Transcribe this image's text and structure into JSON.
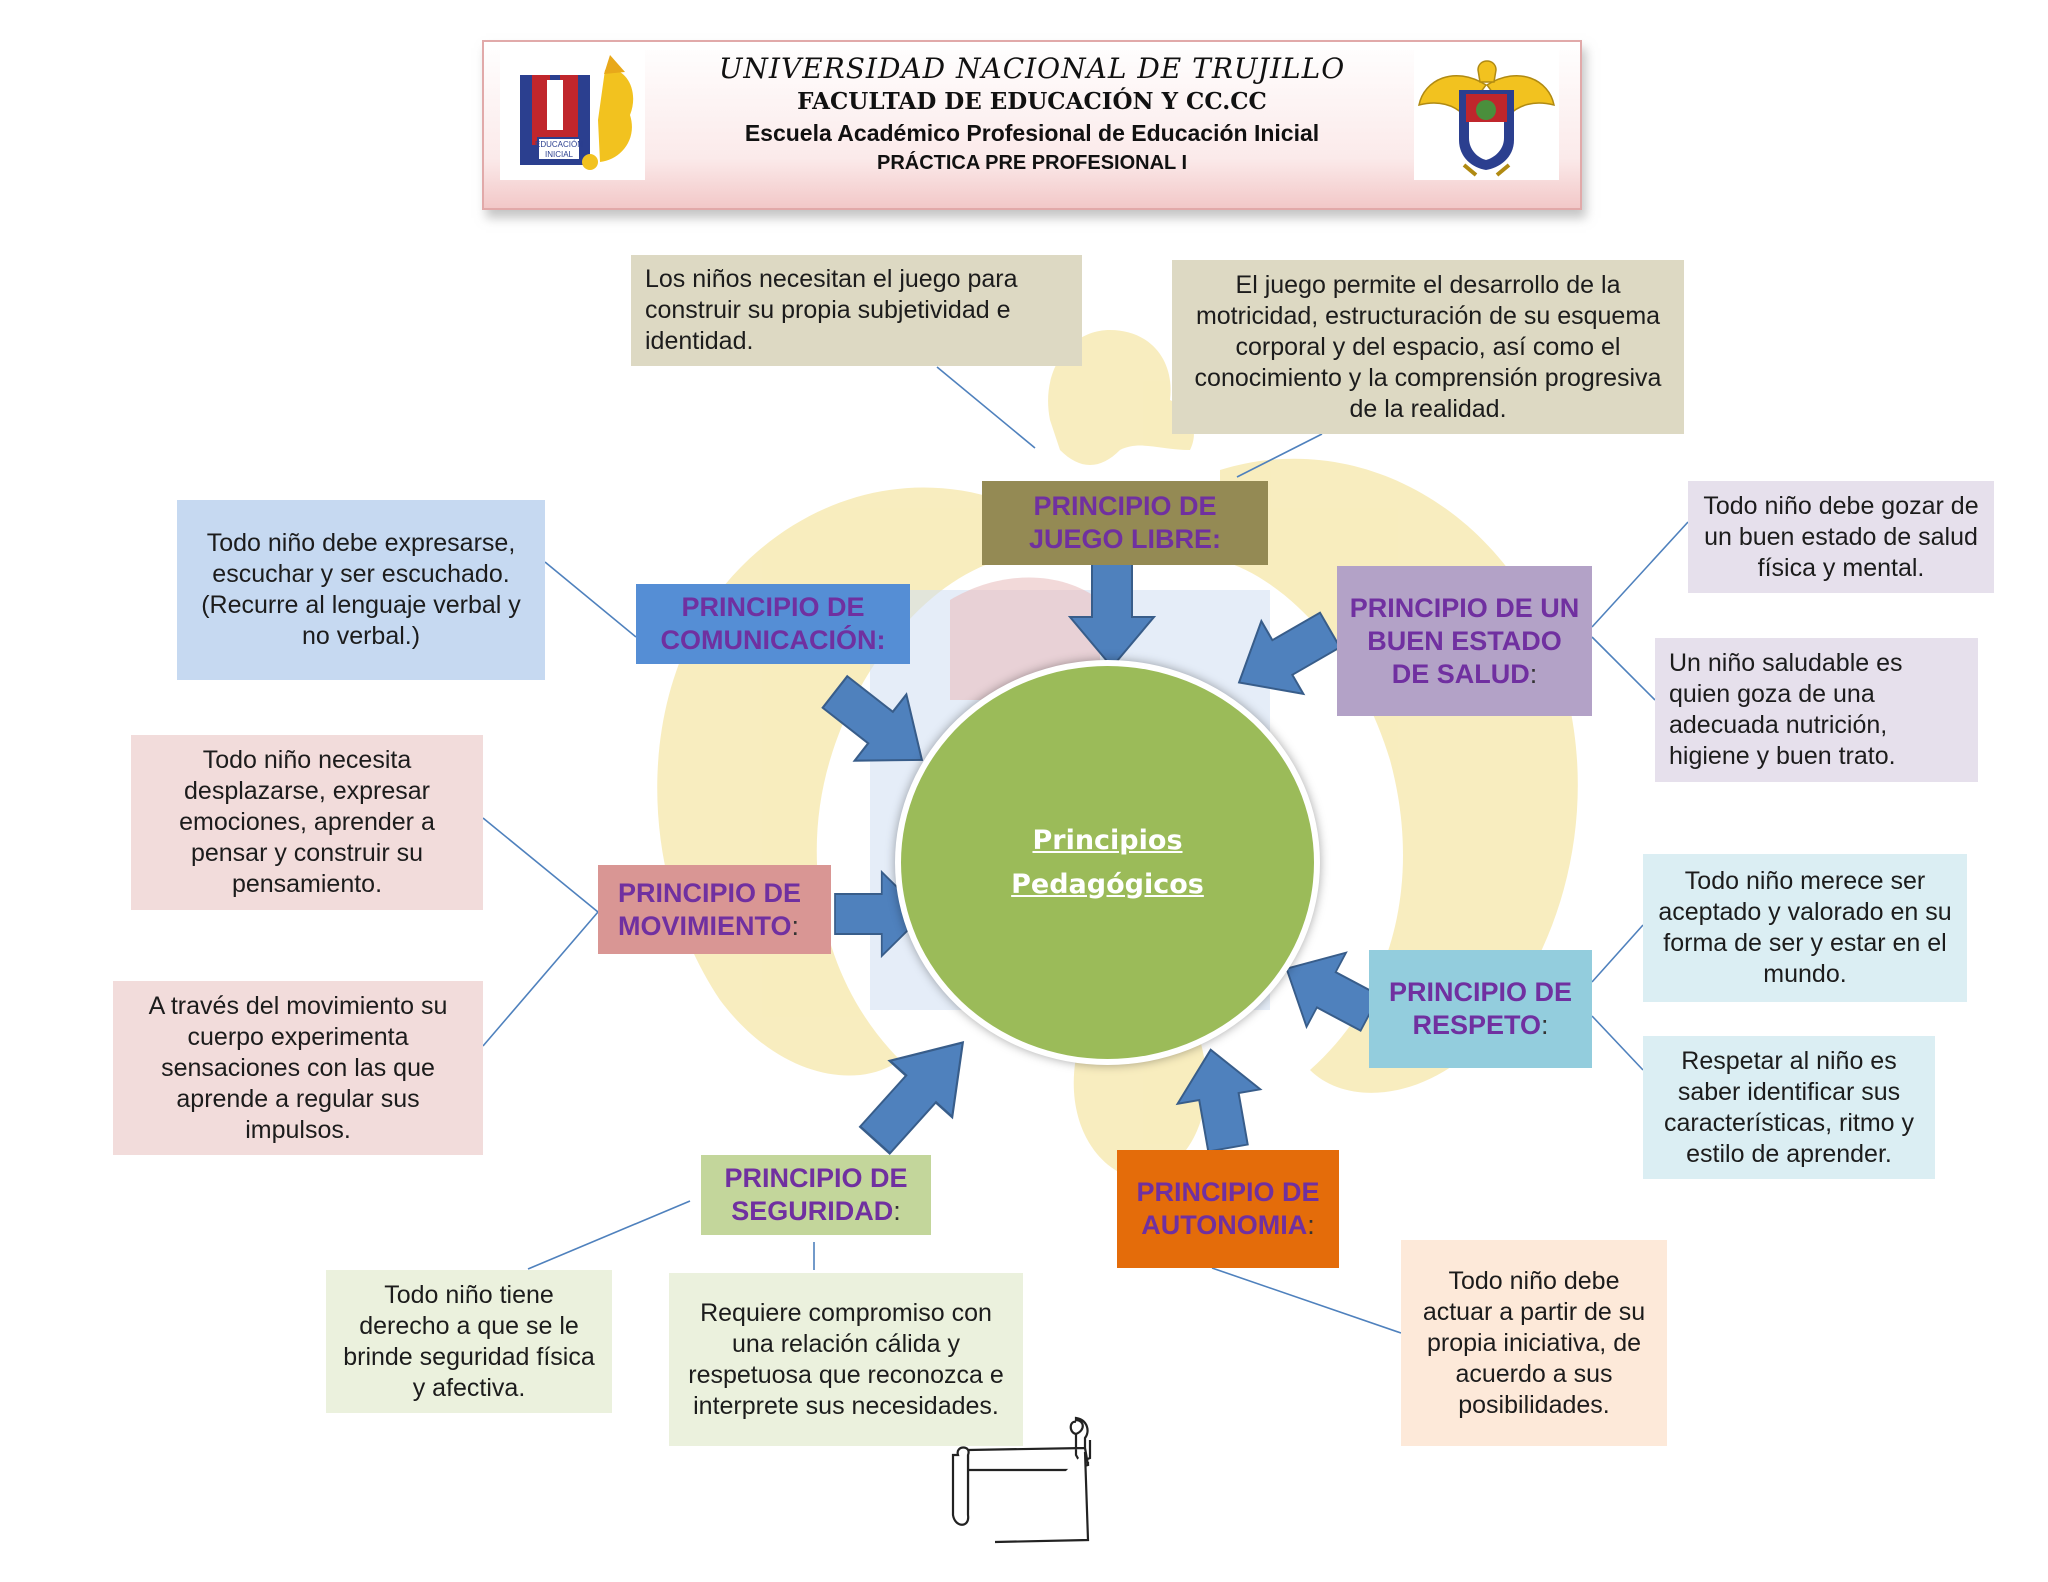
{
  "header": {
    "university": "UNIVERSIDAD NACIONAL DE TRUJILLO",
    "faculty": "FACULTAD DE EDUCACIÓN Y CC.CC",
    "school": "Escuela Académico Profesional de Educación Inicial",
    "practice": "PRÁCTICA PRE PROFESIONAL I",
    "left_logo_text": [
      "EDUCACIÓN",
      "INICIAL"
    ],
    "colors": {
      "logo_red": "#c0262c",
      "logo_blue": "#2b3f8f",
      "logo_gold": "#f2c21f"
    }
  },
  "center": {
    "line1": "Principios",
    "line2": "Pedagógicos",
    "color": "#9bbb59"
  },
  "principles": {
    "juego": {
      "label": "PRINCIPIO DE JUEGO LIBRE:",
      "color": "#948a54"
    },
    "comunicacion": {
      "label": "PRINCIPIO DE COMUNICACIÓN:",
      "color": "#558ed5"
    },
    "salud": {
      "label_main": "PRINCIPIO DE UN BUEN ESTADO DE SALUD",
      "label_suffix": ":",
      "color": "#b3a2c7"
    },
    "movimiento": {
      "label_main": "PRINCIPIO DE MOVIMIENTO",
      "label_suffix": ":",
      "color": "#d99694"
    },
    "respeto": {
      "label_main": "PRINCIPIO DE RESPETO",
      "label_suffix": ":",
      "color": "#93cddd"
    },
    "seguridad": {
      "label_main": "PRINCIPIO DE SEGURIDAD",
      "label_suffix": ":",
      "color": "#c3d69b"
    },
    "autonomia": {
      "label_main": "PRINCIPIO DE AUTONOMIA",
      "label_suffix": ":",
      "color": "#e46c0a"
    }
  },
  "descriptions": {
    "juego_1": "Los niños necesitan el juego para construir su propia subjetividad e identidad.",
    "juego_2": "El juego permite el desarrollo de la motricidad, estructuración de su esquema corporal y del espacio, así como el conocimiento y la comprensión progresiva de la realidad.",
    "comunicacion_1": "Todo niño debe expresarse, escuchar y ser escuchado. (Recurre al lenguaje verbal y no verbal.)",
    "salud_1": "Todo niño debe gozar de un buen estado de salud física y mental.",
    "salud_2": "Un niño saludable es quien goza de una adecuada nutrición, higiene y buen trato.",
    "movimiento_1": "Todo niño necesita desplazarse, expresar emociones, aprender a pensar y construir su pensamiento.",
    "movimiento_2": "A través del movimiento su cuerpo experimenta sensaciones con las que aprende a regular sus impulsos.",
    "respeto_1": "Todo niño merece ser aceptado y valorado en su forma de ser y estar en el mundo.",
    "respeto_2": "Respetar al niño es saber identificar sus características, ritmo y estilo de aprender.",
    "seguridad_1": "Todo niño tiene derecho a que se le brinde seguridad física y afectiva.",
    "seguridad_2": "Requiere compromiso con una relación cálida y respetuosa que reconozca e interprete sus necesidades.",
    "autonomia_1": "Todo niño debe actuar a partir de su propia iniciativa, de acuerdo a sus posibilidades."
  },
  "palette": {
    "arrow": "#4f81bd",
    "arrow_outline": "#385d8a",
    "connector": "#4f81bd",
    "label_text": "#7030a0",
    "watermark_gold": "#f3df8a",
    "watermark_red": "#d98a8a",
    "watermark_blue": "#aac3e8"
  }
}
